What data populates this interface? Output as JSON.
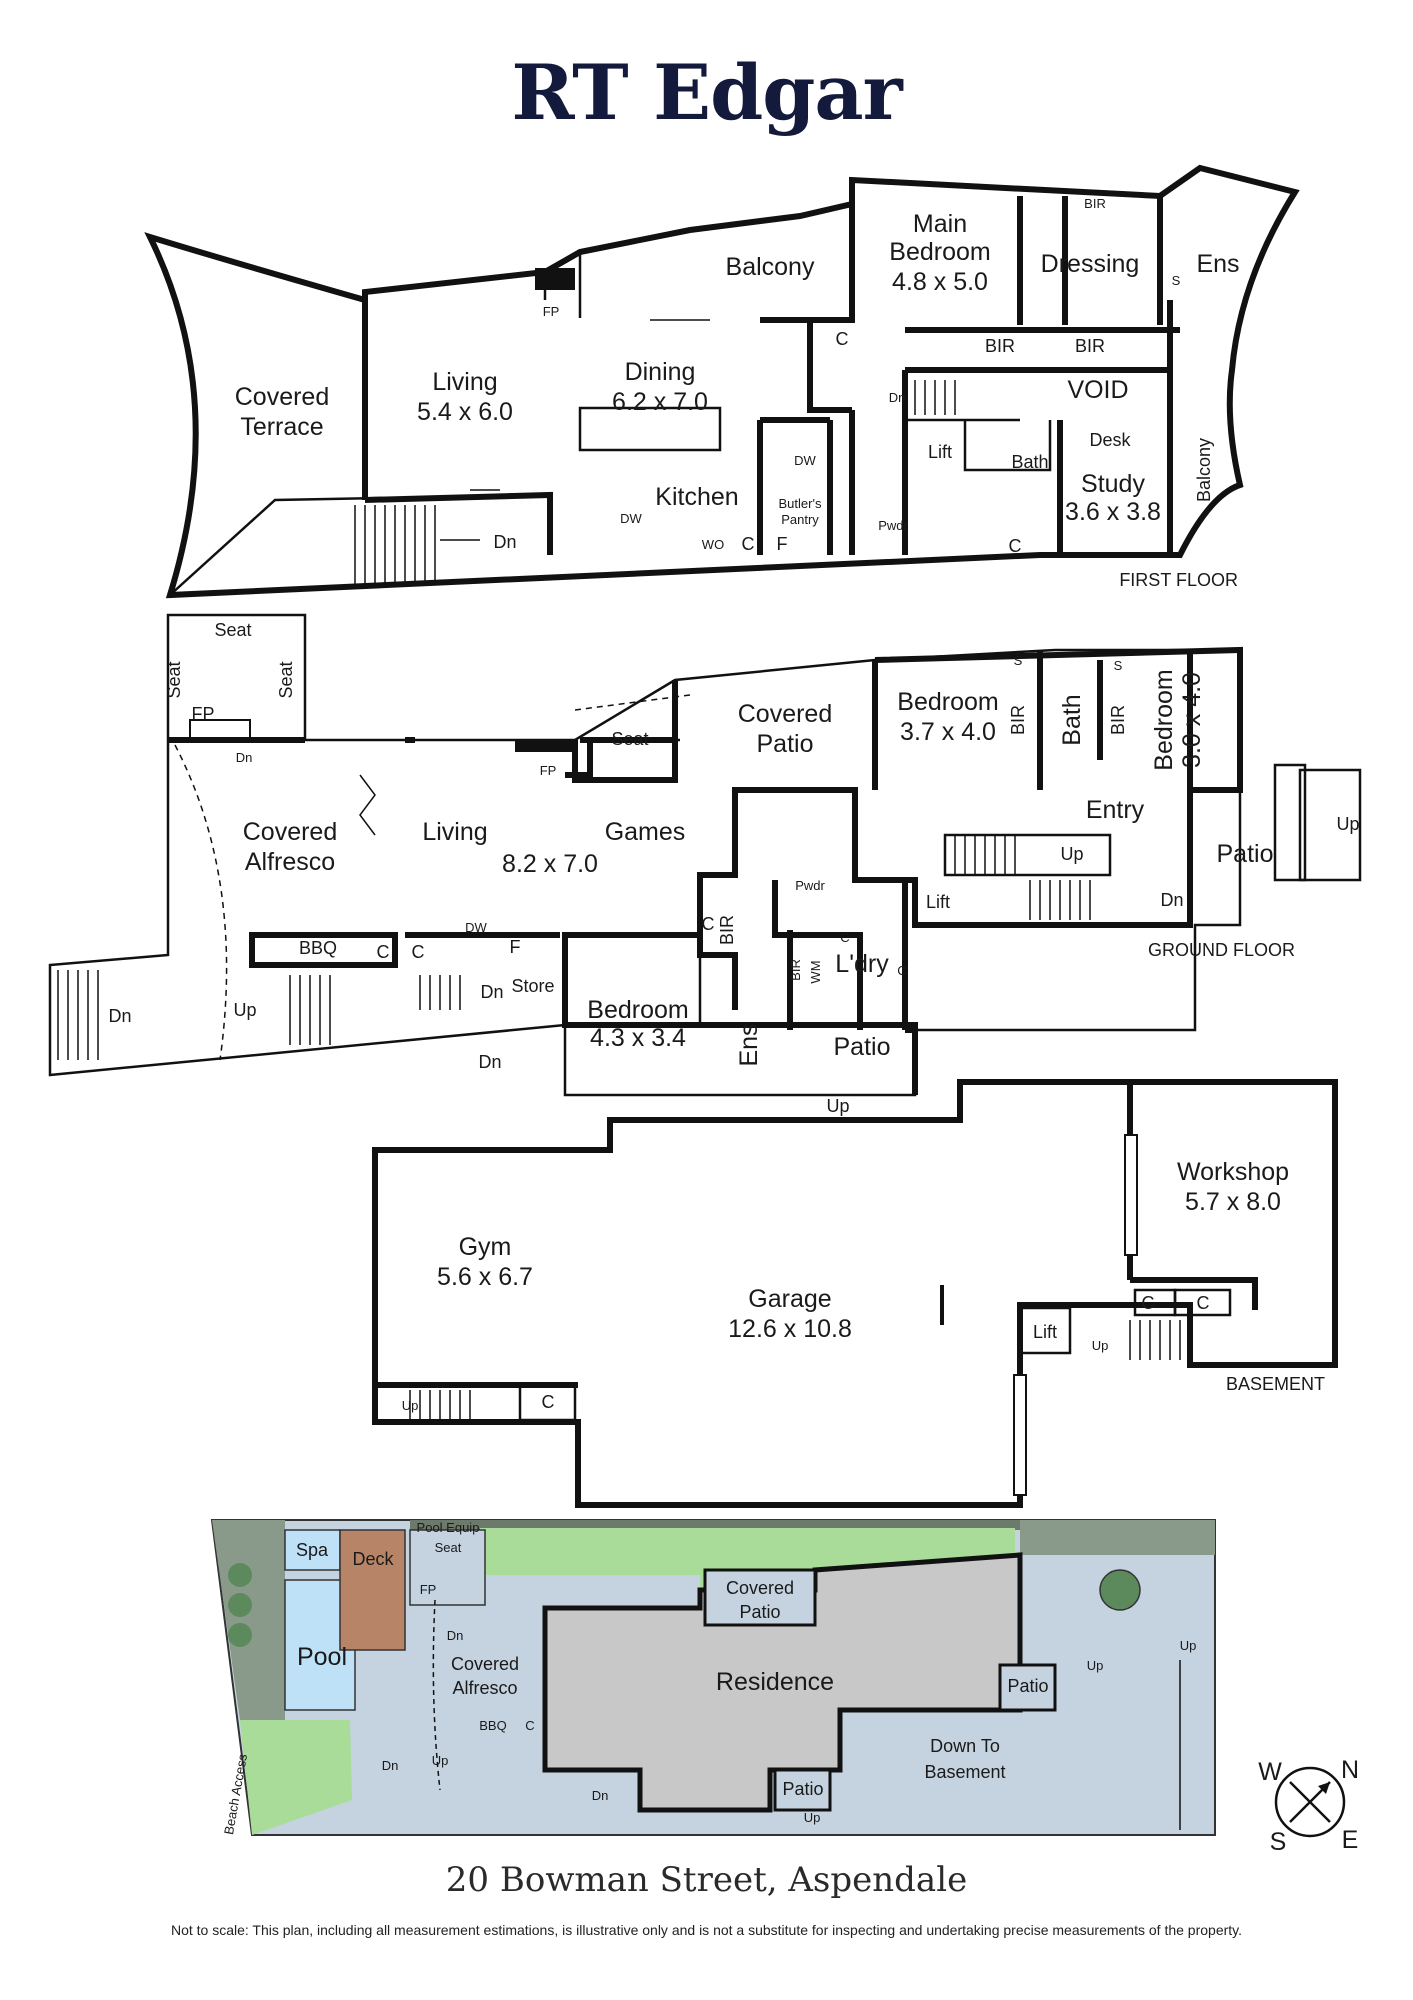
{
  "brand": "RT Edgar",
  "address": "20 Bowman Street, Aspendale",
  "disclaimer": "Not to scale: This plan, including all measurement estimations, is illustrative only and is not a substitute for inspecting and undertaking precise measurements of the property.",
  "colors": {
    "brand": "#141a3c",
    "grass": "#a8dc98",
    "pool": "#bfe1f7",
    "deck": "#b88468",
    "paving": "#c5d3e0",
    "residence": "#c8c8c8",
    "garden": "#8a9a8a"
  },
  "first_floor": {
    "label": "FIRST FLOOR",
    "covered_terrace": [
      "Covered",
      "Terrace"
    ],
    "living": {
      "name": "Living",
      "size": "5.4 x 6.0"
    },
    "dining": {
      "name": "Dining",
      "size": "6.2 x 7.0"
    },
    "balcony_top": "Balcony",
    "main_bedroom": {
      "name_line1": "Main",
      "name_line2": "Bedroom",
      "size": "4.8 x 5.0"
    },
    "dressing": "Dressing",
    "ens": "Ens",
    "bir": "BIR",
    "s": "S",
    "void": "VOID",
    "desk": "Desk",
    "bath": "Bath",
    "lift": "Lift",
    "study": {
      "name": "Study",
      "size": "3.6 x 3.8"
    },
    "balcony_side": "Balcony",
    "kitchen": "Kitchen",
    "butlers_pantry": [
      "Butler's",
      "Pantry"
    ],
    "pwdr": "Pwdr",
    "fp": "FP",
    "dn": "Dn",
    "dw": "DW",
    "c": "C",
    "f": "F",
    "wo": "WO"
  },
  "ground_floor": {
    "label": "GROUND FLOOR",
    "seat": "Seat",
    "fp": "FP",
    "dn": "Dn",
    "up": "Up",
    "covered_alfresco": [
      "Covered",
      "Alfresco"
    ],
    "living": "Living",
    "games": "Games",
    "living_games_size": "8.2 x 7.0",
    "covered_patio": [
      "Covered",
      "Patio"
    ],
    "bedroom1": {
      "name": "Bedroom",
      "size": "3.7 x 4.0"
    },
    "bath": "Bath",
    "bedroom2": {
      "name": "Bedroom",
      "size": "3.0 x 4.0"
    },
    "entry": "Entry",
    "patio": "Patio",
    "lift": "Lift",
    "pwdr": "Pwdr",
    "ldry": "L'dry",
    "bir": "BIR",
    "wm": "WM",
    "c": "C",
    "s": "S",
    "f": "F",
    "dw": "DW",
    "bbq": "BBQ",
    "store": "Store",
    "bedroom3": {
      "name": "Bedroom",
      "size": "4.3 x 3.4"
    },
    "ens": "Ens"
  },
  "basement": {
    "label": "BASEMENT",
    "gym": {
      "name": "Gym",
      "size": "5.6 x 6.7"
    },
    "garage": {
      "name": "Garage",
      "size": "12.6 x 10.8"
    },
    "workshop": {
      "name": "Workshop",
      "size": "5.7 x 8.0"
    },
    "lift": "Lift",
    "up": "Up",
    "c": "C"
  },
  "site": {
    "spa": "Spa",
    "deck": "Deck",
    "pool": "Pool",
    "pool_equip": "Pool Equip",
    "seat": "Seat",
    "fp": "FP",
    "dn": "Dn",
    "up": "Up",
    "covered_alfresco": [
      "Covered",
      "Alfresco"
    ],
    "bbq": "BBQ",
    "c": "C",
    "covered_patio": [
      "Covered",
      "Patio"
    ],
    "residence": "Residence",
    "patio": "Patio",
    "down_to_basement": [
      "Down To",
      "Basement"
    ],
    "beach_access": "Beach Access"
  },
  "compass": {
    "w": "W",
    "n": "N",
    "s": "S",
    "e": "E"
  }
}
